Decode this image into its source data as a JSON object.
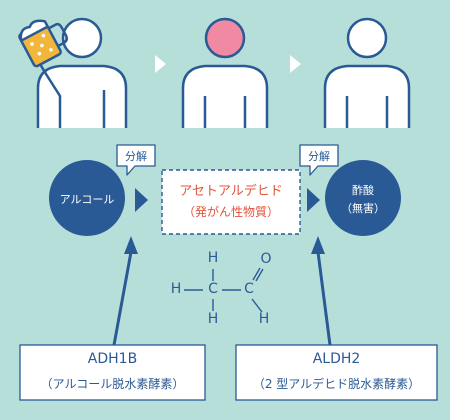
{
  "colors": {
    "background": "#b7dfd9",
    "navy": "#2a5a96",
    "red": "#e0553c",
    "pink": "#f08aa3",
    "beer": "#f2b63a",
    "white": "#ffffff"
  },
  "icons": [
    "beer-mug-icon",
    "person-icon",
    "flushed-face-icon",
    "chevron-right-icon",
    "down-arrow-icon"
  ],
  "nodes": {
    "alcohol": "アルコール",
    "acetaldehyde": "アセトアルデヒド",
    "acetaldehyde_note": "（発がん性物質）",
    "acetic_acid": "酢酸",
    "acetic_acid_note": "（無害）"
  },
  "tags": {
    "decompose_1": "分解",
    "decompose_2": "分解"
  },
  "formula": {
    "h_top": "H",
    "h_left": "H",
    "c_1": "C",
    "c_2": "C",
    "o": "O",
    "h_bottom_1": "H",
    "h_bottom_2": "H"
  },
  "enzymes": {
    "adh1b_name": "ADH1B",
    "adh1b_desc": "（アルコール脱水素酵素）",
    "aldh2_name": "ALDH2",
    "aldh2_desc": "（2 型アルデヒド脱水素酵素）"
  }
}
